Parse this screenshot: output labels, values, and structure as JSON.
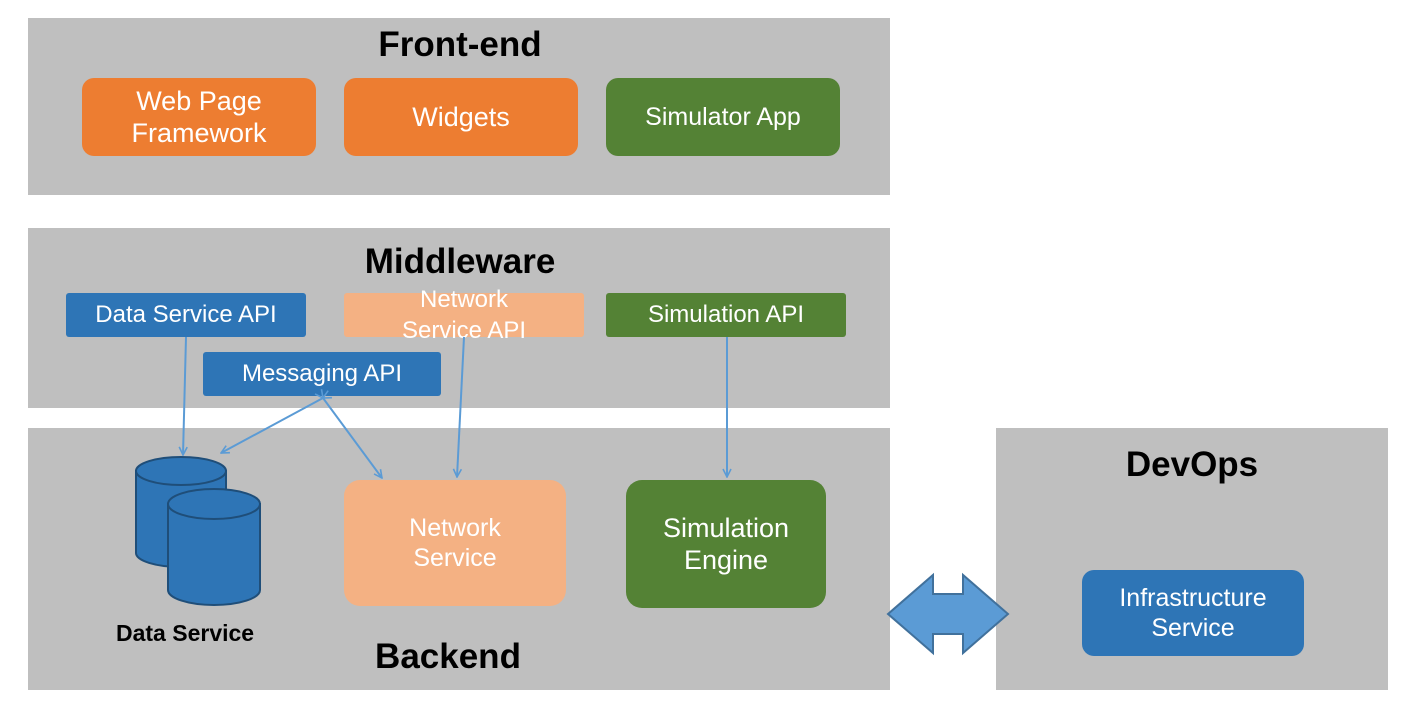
{
  "frontend": {
    "title": "Front-end",
    "components": {
      "web_page_framework": "Web Page\nFramework",
      "widgets": "Widgets",
      "simulator_app": "Simulator App"
    }
  },
  "middleware": {
    "title": "Middleware",
    "apis": {
      "data_service_api": "Data Service API",
      "network_service_api": "Network\nService API",
      "simulation_api": "Simulation API",
      "messaging_api": "Messaging API"
    }
  },
  "backend": {
    "title": "Backend",
    "components": {
      "data_service": "Data Service",
      "network_service": "Network\nService",
      "simulation_engine": "Simulation\nEngine"
    }
  },
  "devops": {
    "title": "DevOps",
    "components": {
      "infrastructure_service": "Infrastructure\nService"
    }
  },
  "colors": {
    "panel": "#bfbfbf",
    "orange": "#ed7d31",
    "green": "#548235",
    "blue": "#2e75b6",
    "peach": "#f4b183",
    "connector": "#5b9bd5"
  }
}
